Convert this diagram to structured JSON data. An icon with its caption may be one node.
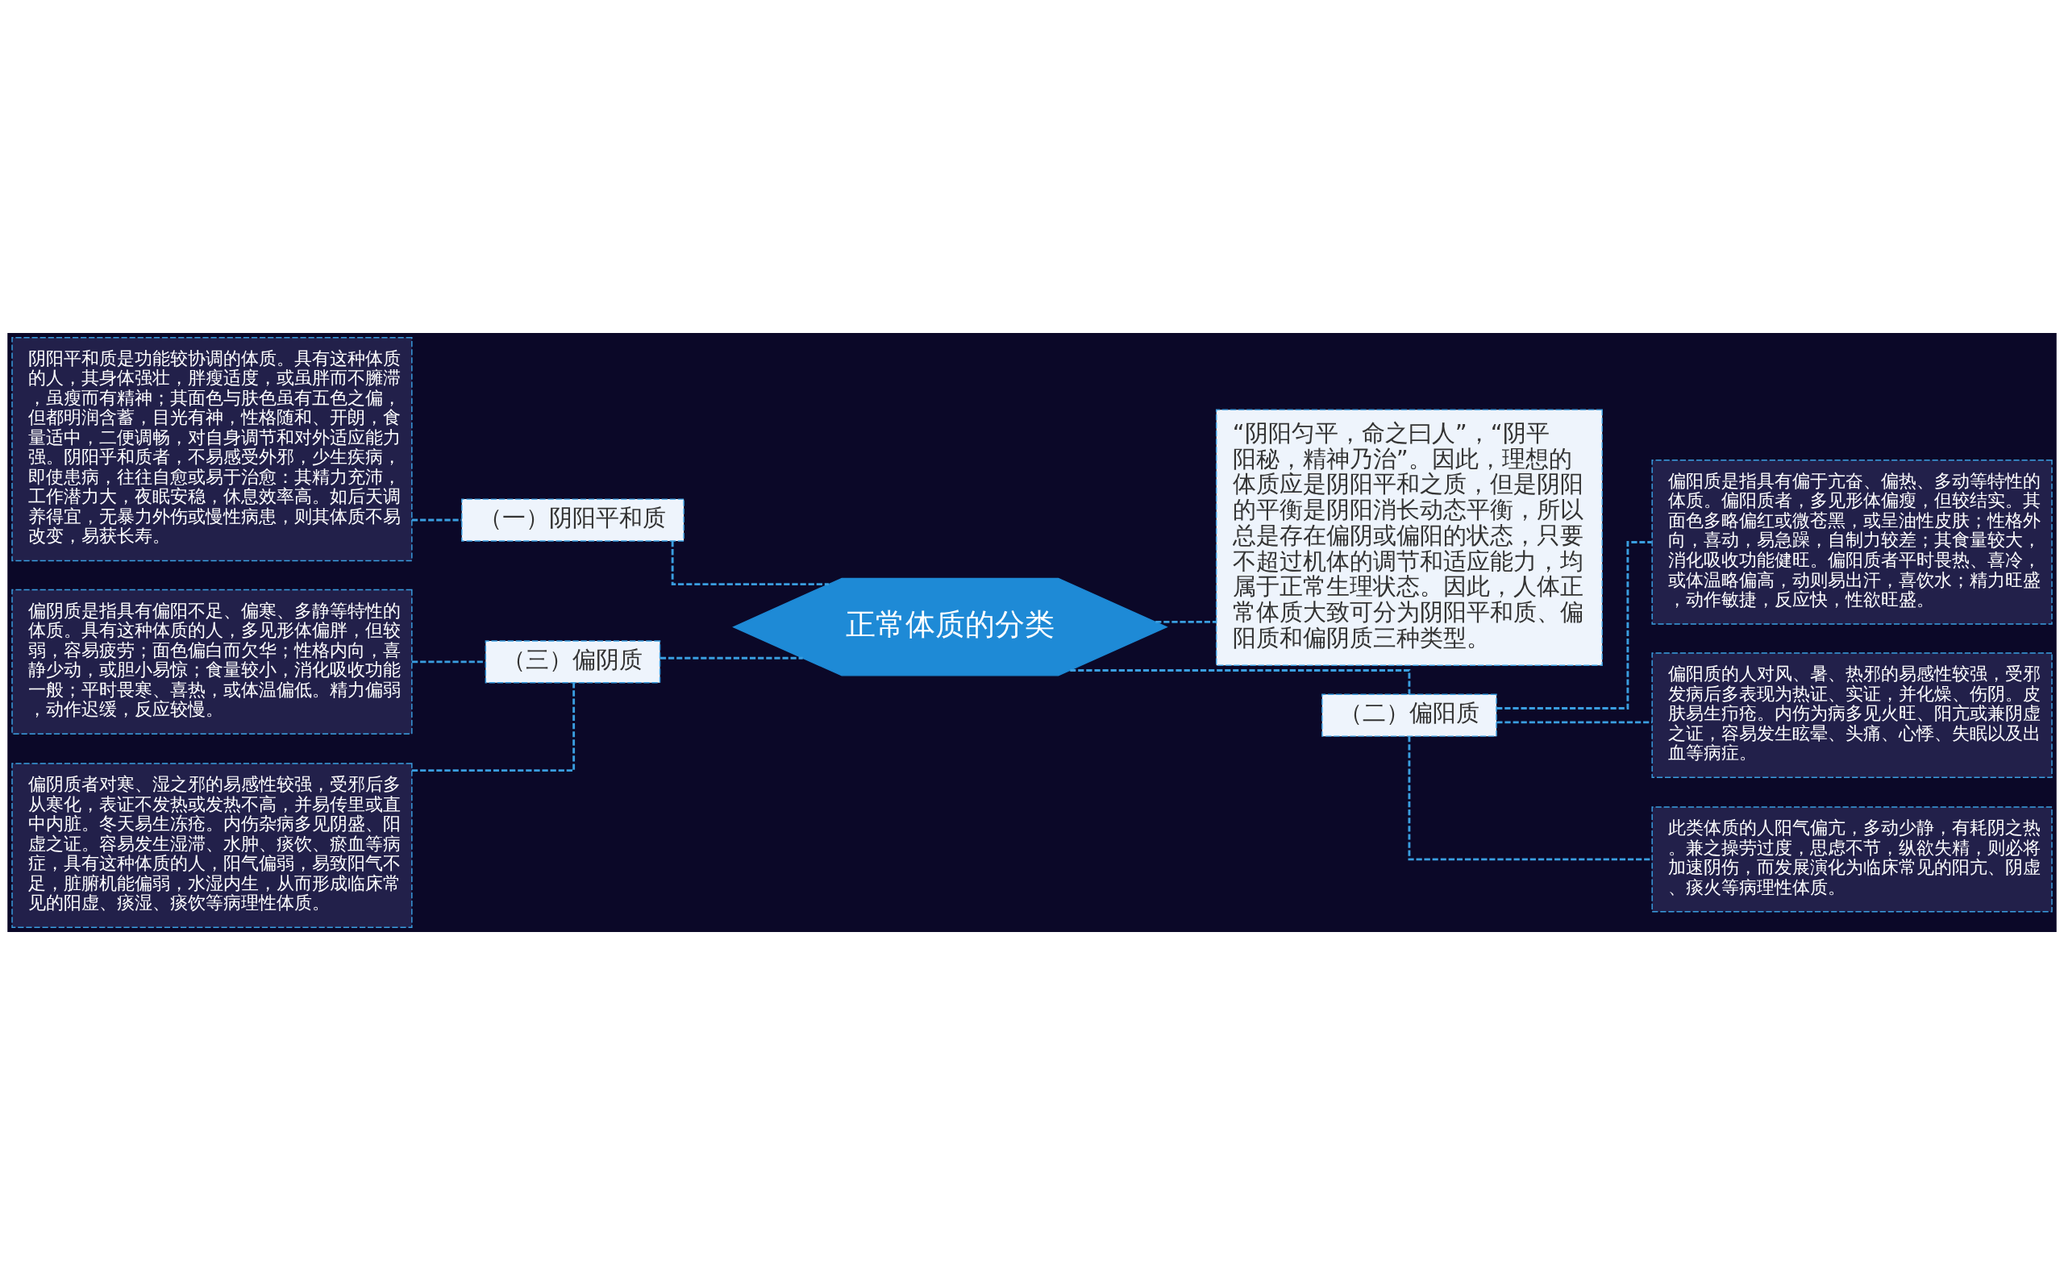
{
  "diagram": {
    "nodes": [
      {
        "text": [
          "正常体质的分类"
        ]
      },
      {
        "text": [
          "（一）阴阳平和质"
        ]
      },
      {
        "text": [
          "阴阳平和质是功能较协调的体质。具有这种体质的人，其身体强壮，胖瘦适度，或虽胖而不臃滞，虽瘦而有精神；其面色与肤色虽有五色之偏，但都明润含蓄，目光有神，性格随和、开朗，食量适中，二便调畅，对自身调节和对外适应能力强。阴阳乎和质者，不易感受外邪，少生疾病，即使患病，往往自愈或易于治愈：其精力充沛，工作潜力大，夜眠安稳，休息效率高。如后天调养得宜，无暴力外伤或慢性病患，则其体质不易改变，易获长寿。"
        ]
      },
      {
        "text": [
          "（三）偏阴质"
        ]
      },
      {
        "text": [
          "偏阴质是指具有偏阳不足、偏寒、多静等特性的体质。具有这种体质的人，多见形体偏胖，但较弱，容易疲劳；面色偏白而欠华；性格内向，喜静少动，或胆小易惊；食量较小，消化吸收功能一般；平时畏寒、喜热，或体温偏低。精力偏弱，动作迟缓，反应较慢。"
        ]
      },
      {
        "text": [
          "偏阴质者对寒、湿之邪的易感性较强，受邪后多从寒化，表证不发热或发热不高，并易传里或直中内脏。冬天易生冻疮。内伤杂病多见阴盛、阳虚之证。容易发生湿滞、水肿、痰饮、瘀血等病症，具有这种体质的人，阳气偏弱，易致阳气不足，脏腑机能偏弱，水湿内生，从而形成临床常见的阳虚、痰湿、痰饮等病理性体质。"
        ]
      },
      {
        "text": [
          "“阴阳匀平，命之曰人”，“阴平阳秘，精神乃治”。因此，理想的体质应是阴阳平和之质，但是阴阳的平衡是阴阳消长动态平衡，所以总是存在偏阴或偏阳的状态，只要不超过机体的调节和适应能力，均属于正常生理状态。因此，人体正常体质大致可分为阴阳平和质、偏阳质和偏阴质三种类型。"
        ]
      },
      {
        "text": [
          "（二）偏阳质"
        ]
      },
      {
        "text": [
          "偏阳质是指具有偏于亢奋、偏热、多动等特性的体质。偏阳质者，多见形体偏瘦，但较结实。其面色多略偏红或微苍黑，或呈油性皮肤；性格外向，喜动，易急躁，自制力较差；其食量较大，消化吸收功能健旺。偏阳质者平时畏热、喜冷，或体温略偏高，动则易出汗，喜饮水；精力旺盛，动作敏捷，反应快，性欲旺盛。"
        ]
      },
      {
        "text": [
          "偏阳质的人对风、暑、热邪的易感性较强，受邪发病后多表现为热证、实证，并化燥、伤阴。皮肤易生疖疮。内伤为病多见火旺、阳亢或兼阴虚之证，容易发生眩晕、头痛、心悸、失眠以及出血等病症。"
        ]
      },
      {
        "text": [
          "此类体质的人阳气偏亢，多动少静，有耗阴之热。兼之操劳过度，思虑不节，纵欲失精，则必将加速阴伤，而发展演化为临床常见的阳亢、阴虚、痰火等病理性体质。"
        ]
      }
    ],
    "edges": [
      {
        "from": 0,
        "to": 1,
        "arrow": "none"
      },
      {
        "from": 1,
        "to": 2,
        "arrow": "none"
      },
      {
        "from": 0,
        "to": 3,
        "arrow": "none"
      },
      {
        "from": 3,
        "to": 4,
        "arrow": "none"
      },
      {
        "from": 3,
        "to": 5,
        "arrow": "none"
      },
      {
        "from": 0,
        "to": 6,
        "arrow": "none"
      },
      {
        "from": 0,
        "to": 7,
        "arrow": "none"
      },
      {
        "from": 7,
        "to": 8,
        "arrow": "none"
      },
      {
        "from": 7,
        "to": 9,
        "arrow": "none"
      },
      {
        "from": 7,
        "to": 10,
        "arrow": "none"
      }
    ]
  }
}
